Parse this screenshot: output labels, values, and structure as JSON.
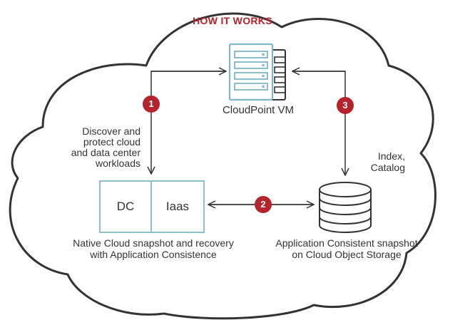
{
  "title": "HOW IT WORKS",
  "cloudpoint_vm": {
    "label": "CloudPoint VM"
  },
  "steps": [
    {
      "number": "1",
      "description": [
        "Discover and",
        "protect cloud",
        "and data center",
        "workloads"
      ]
    },
    {
      "number": "2"
    },
    {
      "number": "3",
      "description": [
        "Index,",
        "Catalog"
      ]
    }
  ],
  "workload_box": {
    "left_label": "DC",
    "right_label": "Iaas",
    "caption": [
      "Native Cloud snapshot and recovery",
      "with Application Consistence"
    ]
  },
  "storage": {
    "caption": [
      "Application Consistent snapshot",
      "on Cloud Object Storage"
    ]
  },
  "colors": {
    "accent": "#b5232c",
    "server_blue": "#7fb6c9",
    "outline": "#333333",
    "box_border": "#8cc0cf"
  },
  "icons": {
    "vm": "server-rack-icon",
    "storage": "database-icon",
    "background": "cloud-shape"
  }
}
